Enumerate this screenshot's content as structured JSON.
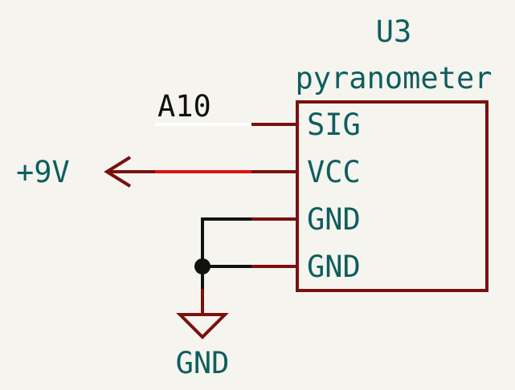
{
  "component": {
    "reference": "U3",
    "value": "pyranometer",
    "pins": [
      "SIG",
      "VCC",
      "GND",
      "GND"
    ]
  },
  "net_label": "A10",
  "power_symbols": {
    "supply": "+9V",
    "ground": "GND"
  },
  "colors": {
    "background": "#f5f4ef",
    "component_outline": "#7a1010",
    "pin_stub": "#7a1010",
    "label_text": "#0f5e5e",
    "wire_default": "#111111",
    "wire_highlight": "#e01010",
    "net_wire": "#ffffff"
  }
}
